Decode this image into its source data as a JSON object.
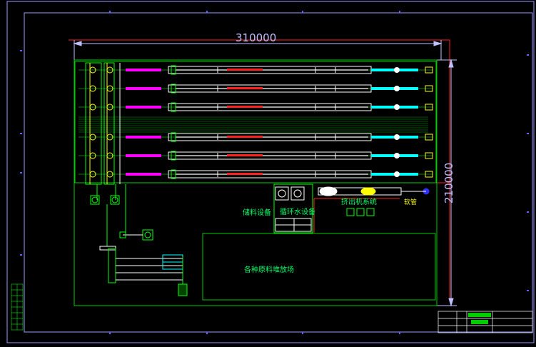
{
  "drawing": {
    "dim_width": "310000",
    "dim_height": "210000",
    "label_line_system": "挤出机系统",
    "label_water_area": "循环水设备",
    "label_storage_area": "储料设备",
    "label_material_area": "各种原料堆放场",
    "label_extra": "软管",
    "colors": {
      "frame": "#9a9aff",
      "green": "#00ff00",
      "magenta": "#ff00ff",
      "cyan": "#00ffff",
      "red": "#ff0000",
      "yellow": "#ffff00",
      "white": "#ffffff"
    }
  }
}
